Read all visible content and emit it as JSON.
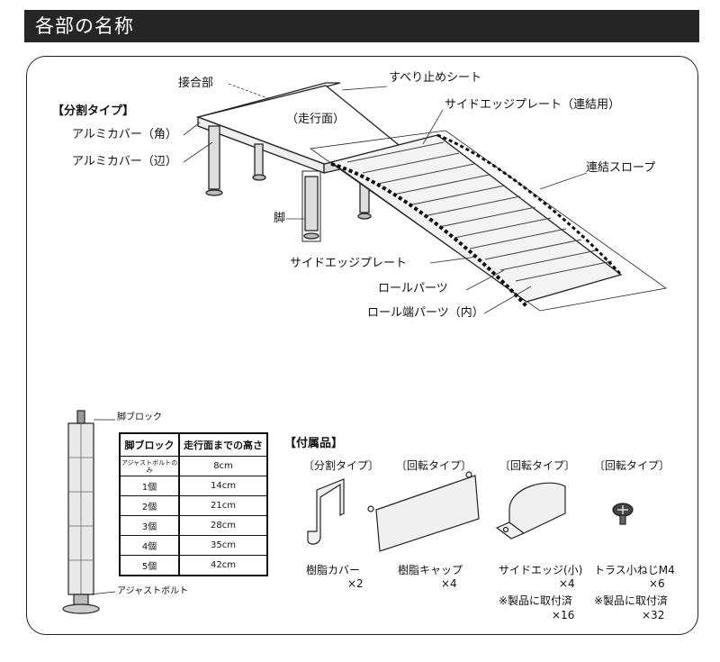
{
  "header": {
    "title": "各部の名称"
  },
  "diagram": {
    "type_label": "【分割タイプ】",
    "parts": {
      "joint": "接合部",
      "anti_slip": "すべり止めシート",
      "side_edge_connect": "サイドエッジプレート（連結用）",
      "running_surface": "（走行面）",
      "alu_cover_corner": "アルミカバー（角）",
      "alu_cover_side": "アルミカバー（辺）",
      "connect_slope": "連結スロープ",
      "leg": "脚",
      "side_edge_plate": "サイドエッジプレート",
      "roll_parts": "ロールパーツ",
      "roll_end_parts": "ロール端パーツ（内）"
    }
  },
  "leg_block": {
    "block_label": "脚ブロック",
    "bolt_label": "アジャストボルト",
    "table": {
      "headers": [
        "脚ブロック",
        "走行面までの高さ"
      ],
      "rows": [
        [
          "アジャストボルトのみ",
          "8cm"
        ],
        [
          "1個",
          "14cm"
        ],
        [
          "2個",
          "21cm"
        ],
        [
          "3個",
          "28cm"
        ],
        [
          "4個",
          "35cm"
        ],
        [
          "5個",
          "42cm"
        ]
      ]
    }
  },
  "accessories": {
    "title": "【付属品】",
    "items": [
      {
        "type": "〔分割タイプ〕",
        "name": "樹脂カバー",
        "qty": "×2",
        "note": "",
        "note_qty": ""
      },
      {
        "type": "〔回転タイプ〕",
        "name": "樹脂キャップ",
        "qty": "×4",
        "note": "",
        "note_qty": ""
      },
      {
        "type": "〔回転タイプ〕",
        "name": "サイドエッジ(小)",
        "qty": "×4",
        "note": "※製品に取付済",
        "note_qty": "×16"
      },
      {
        "type": "〔回転タイプ〕",
        "name": "トラス小ねじM4",
        "qty": "×6",
        "note": "※製品に取付済",
        "note_qty": "×32"
      }
    ]
  }
}
